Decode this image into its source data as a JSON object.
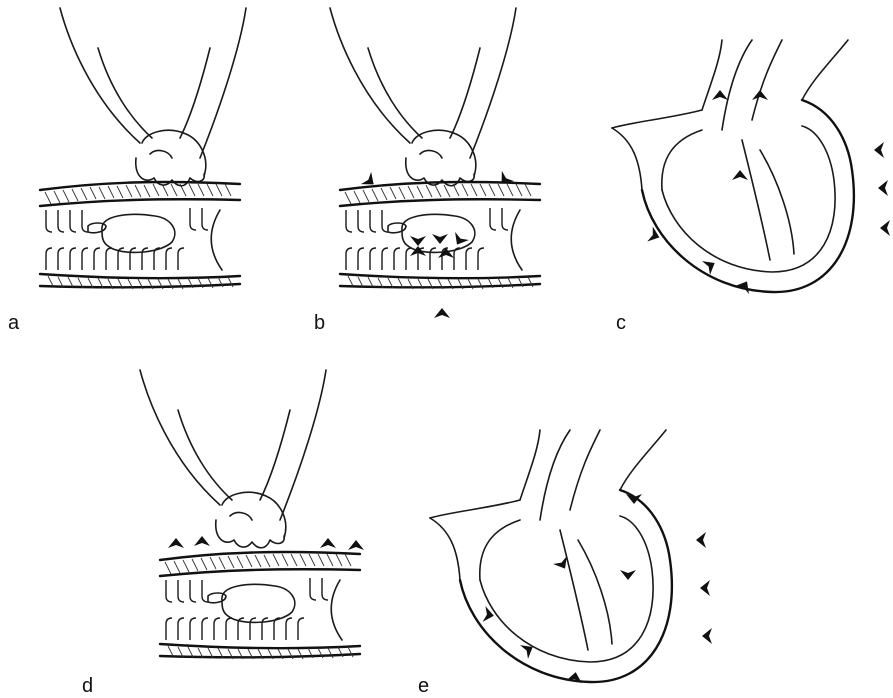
{
  "panels": [
    {
      "id": "a",
      "label": "a"
    },
    {
      "id": "b",
      "label": "b"
    },
    {
      "id": "c",
      "label": "c"
    },
    {
      "id": "d",
      "label": "d"
    },
    {
      "id": "e",
      "label": "e"
    }
  ]
}
